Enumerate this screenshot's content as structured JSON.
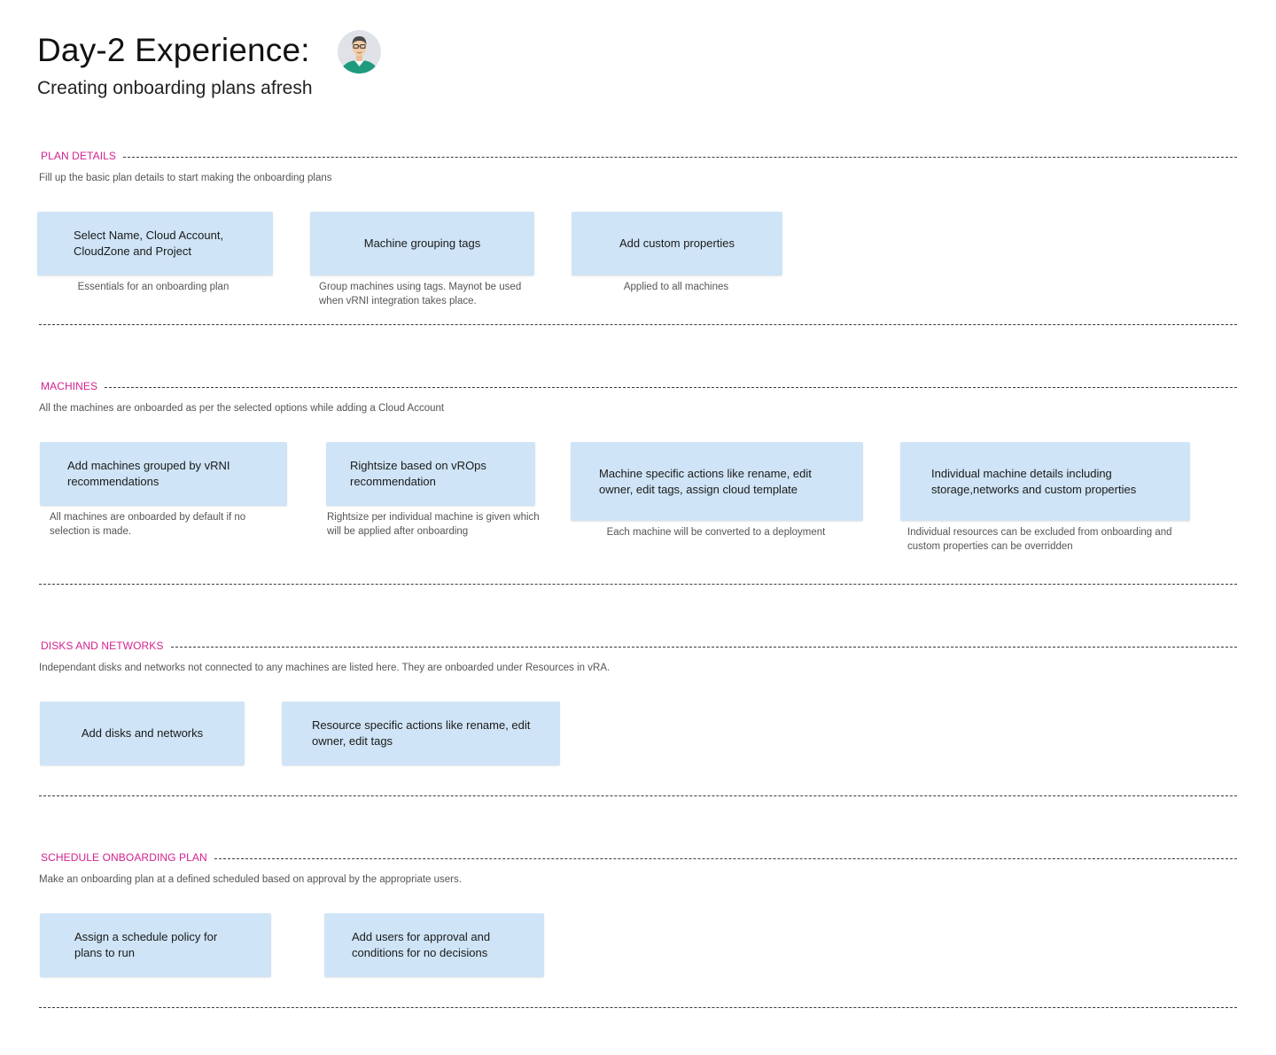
{
  "header": {
    "title": "Day-2 Experience:",
    "subtitle": "Creating onboarding plans afresh",
    "avatar_icon": "user-avatar-icon"
  },
  "colors": {
    "section_title": "#d4218f",
    "box_fill": "#cfe4f6",
    "dash_line": "#3a3a3a",
    "caption_text": "#555555"
  },
  "sections": [
    {
      "title": "PLAN DETAILS",
      "description": "Fill up the basic plan details to start making the onboarding plans",
      "steps": [
        {
          "label": "Select Name, Cloud Account, CloudZone and Project",
          "caption": "Essentials for an onboarding plan"
        },
        {
          "label": "Machine grouping tags",
          "caption": "Group machines using tags. Maynot be used when vRNI integration takes place."
        },
        {
          "label": "Add custom properties",
          "caption": "Applied to all machines"
        }
      ]
    },
    {
      "title": "MACHINES",
      "description": "All the machines are onboarded as per the selected options while adding a Cloud Account",
      "steps": [
        {
          "label": "Add machines grouped by vRNI recommendations",
          "caption": "All machines are onboarded by default if no selection is made."
        },
        {
          "label": "Rightsize based on vROps recommendation",
          "caption": "Rightsize per individual machine is given which will be applied after onboarding"
        },
        {
          "label": "Machine specific actions like rename, edit owner, edit tags, assign cloud template",
          "caption": "Each machine will be converted to a deployment"
        },
        {
          "label": "Individual machine details including storage,networks and custom properties",
          "caption": "Individual resources can be excluded from onboarding and custom properties can be overridden"
        }
      ]
    },
    {
      "title": "DISKS AND NETWORKS",
      "description": "Independant disks and networks not connected to any machines are listed here. They are onboarded under Resources in vRA.",
      "steps": [
        {
          "label": "Add disks and networks"
        },
        {
          "label": "Resource specific actions like rename, edit owner, edit tags"
        }
      ]
    },
    {
      "title": "SCHEDULE ONBOARDING PLAN",
      "description": "Make an onboarding plan at a defined scheduled based on approval by the appropriate users.",
      "steps": [
        {
          "label": "Assign a schedule policy for plans to run"
        },
        {
          "label": "Add users for approval and conditions for no decisions"
        }
      ]
    }
  ]
}
